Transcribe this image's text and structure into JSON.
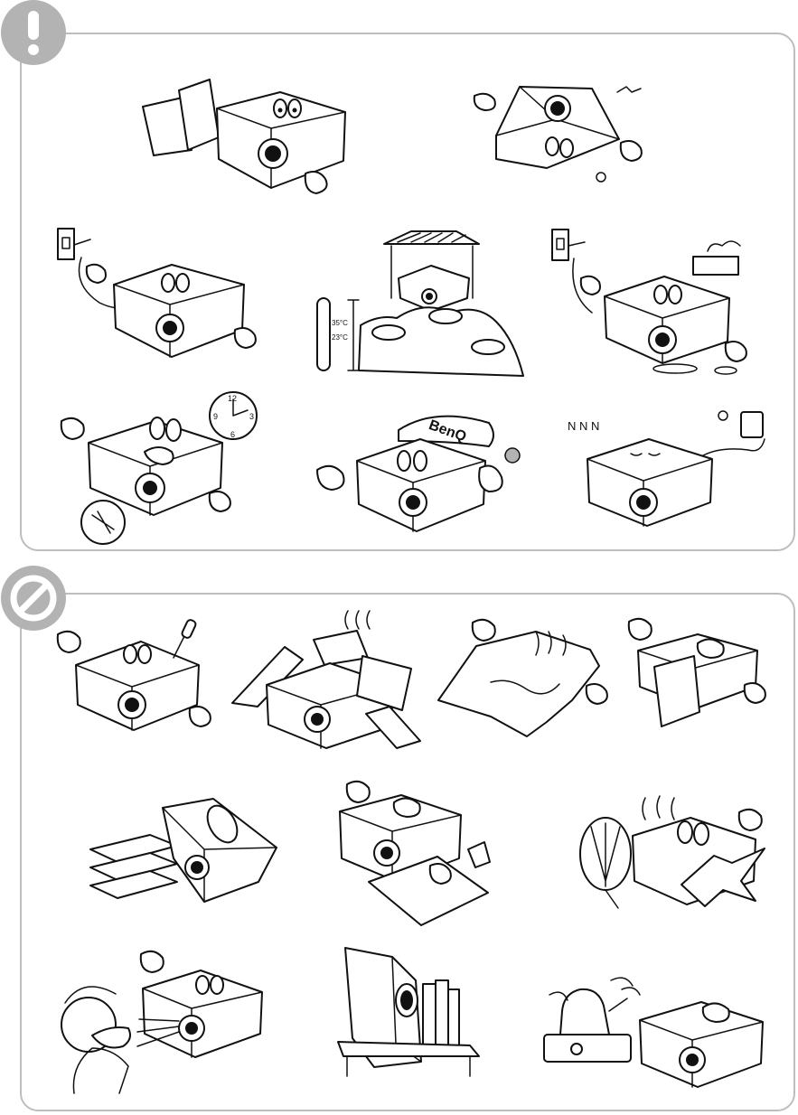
{
  "colors": {
    "panel_border": "#bdbdbd",
    "badge": "#b3b3b3",
    "ink": "#111111",
    "background": "#ffffff"
  },
  "sections": {
    "do": {
      "icon": "exclamation-icon"
    },
    "dont": {
      "icon": "prohibited-icon"
    }
  },
  "labels": {
    "brand": "BenQ",
    "clock_12": "12",
    "clock_3": "3",
    "clock_6": "6",
    "clock_9": "9",
    "temp_high": "35°C",
    "temp_low": "23°C",
    "sleep": "N N N"
  }
}
